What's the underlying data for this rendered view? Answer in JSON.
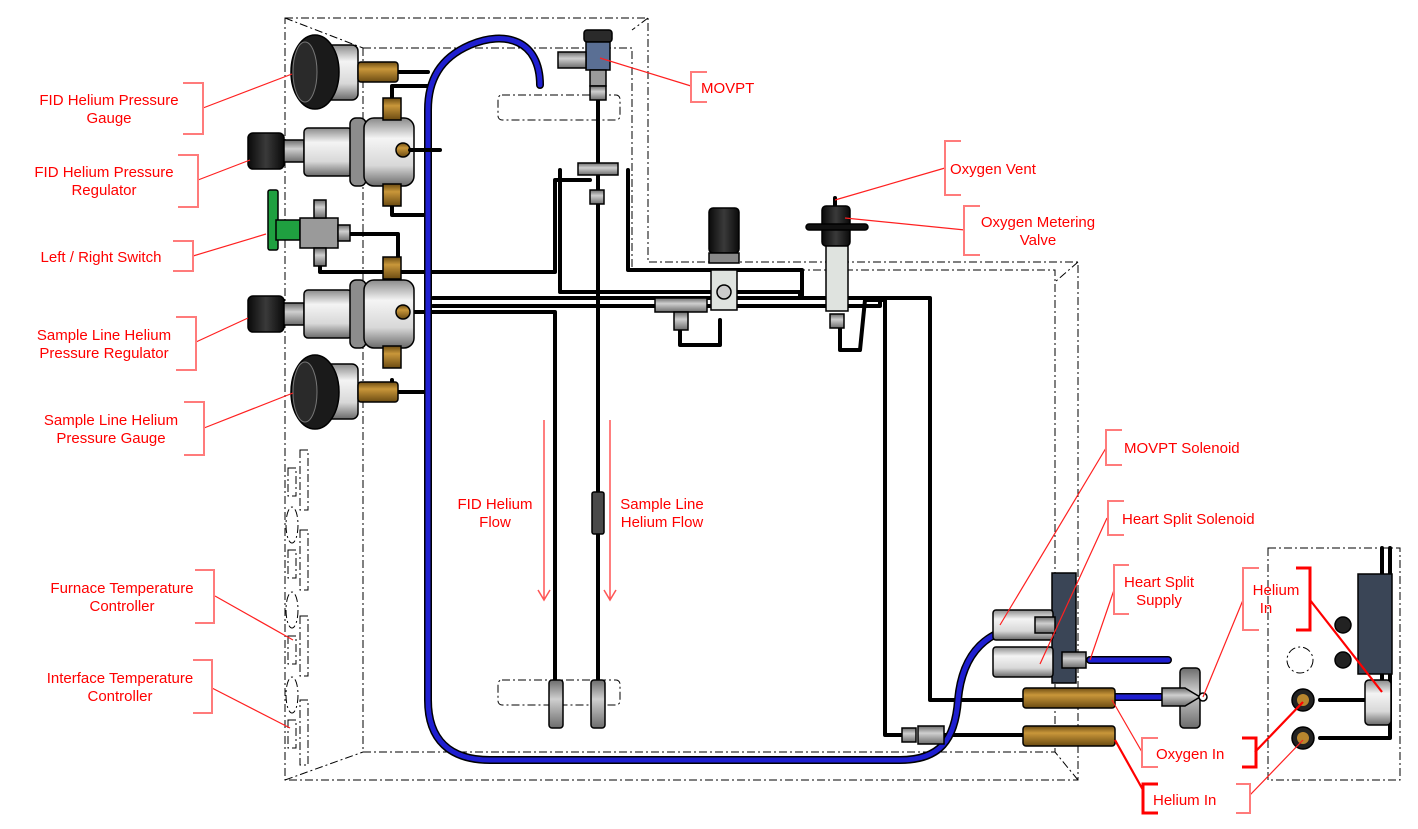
{
  "diagram": {
    "title": "Helium / Oxygen gas supply plumbing diagram",
    "colors": {
      "label": "#ff0000",
      "bracket": "#ff7b7b",
      "helium_tube": "#1f1fd0",
      "brass_fitting": "#b8862e",
      "switch": "#1fa040",
      "solenoid_block": "#3a4556",
      "movpt_body": "#5a6f94"
    },
    "labels": {
      "fid_gauge": [
        "FID Helium Pressure",
        "Gauge"
      ],
      "fid_regulator": [
        "FID Helium Pressure",
        "Regulator"
      ],
      "switch": [
        "Left / Right Switch"
      ],
      "sample_regulator": [
        "Sample Line Helium",
        "Pressure Regulator"
      ],
      "sample_gauge": [
        "Sample Line Helium",
        "Pressure Gauge"
      ],
      "furnace_controller": [
        "Furnace Temperature",
        "Controller"
      ],
      "interface_controller": [
        "Interface Temperature",
        "Controller"
      ],
      "movpt": [
        "MOVPT"
      ],
      "oxygen_vent": [
        "Oxygen Vent"
      ],
      "oxygen_metering": [
        "Oxygen Metering",
        "Valve"
      ],
      "fid_flow": [
        "FID Helium",
        "Flow"
      ],
      "sample_flow": [
        "Sample Line",
        "Helium Flow"
      ],
      "movpt_solenoid": [
        "MOVPT Solenoid"
      ],
      "heart_split_solenoid": [
        "Heart Split Solenoid"
      ],
      "heart_split_supply": [
        "Heart Split",
        "Supply"
      ],
      "helium_in_top": [
        "Helium",
        "In"
      ],
      "oxygen_in": [
        "Oxygen In"
      ],
      "helium_in_bottom": [
        "Helium In"
      ]
    }
  }
}
